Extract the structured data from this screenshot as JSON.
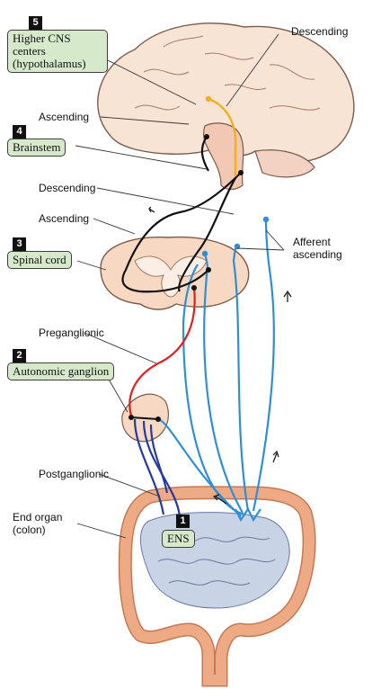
{
  "levels": [
    {
      "number": "5",
      "title_lines": [
        "Higher CNS",
        "centers",
        "(hypothalamus)"
      ]
    },
    {
      "number": "4",
      "title_lines": [
        "Brainstem"
      ]
    },
    {
      "number": "3",
      "title_lines": [
        "Spinal cord"
      ]
    },
    {
      "number": "2",
      "title_lines": [
        "Autonomic ganglion"
      ]
    },
    {
      "number": "1",
      "title_lines": [
        "ENS"
      ]
    }
  ],
  "labels": {
    "descending_top": "Descending",
    "ascending_1": "Ascending",
    "descending_mid": "Descending",
    "ascending_2": "Ascending",
    "afferent_ascending_lines": [
      "Afferent",
      "ascending"
    ],
    "preganglionic": "Preganglionic",
    "postganglionic": "Postganglionic",
    "end_organ_lines": [
      "End organ",
      "(colon)"
    ]
  },
  "colors": {
    "afferent": "#2f8fd6",
    "preganglionic": "#e02020",
    "postganglionic": "#243a9e",
    "descending_hypothalamic": "#f0b020",
    "pathway_black": "#111111",
    "label_box": "#d6eacb",
    "tissue": "#f7d9c3",
    "colon": "#e9a57f",
    "small_intestine": "#c9d3e6"
  }
}
